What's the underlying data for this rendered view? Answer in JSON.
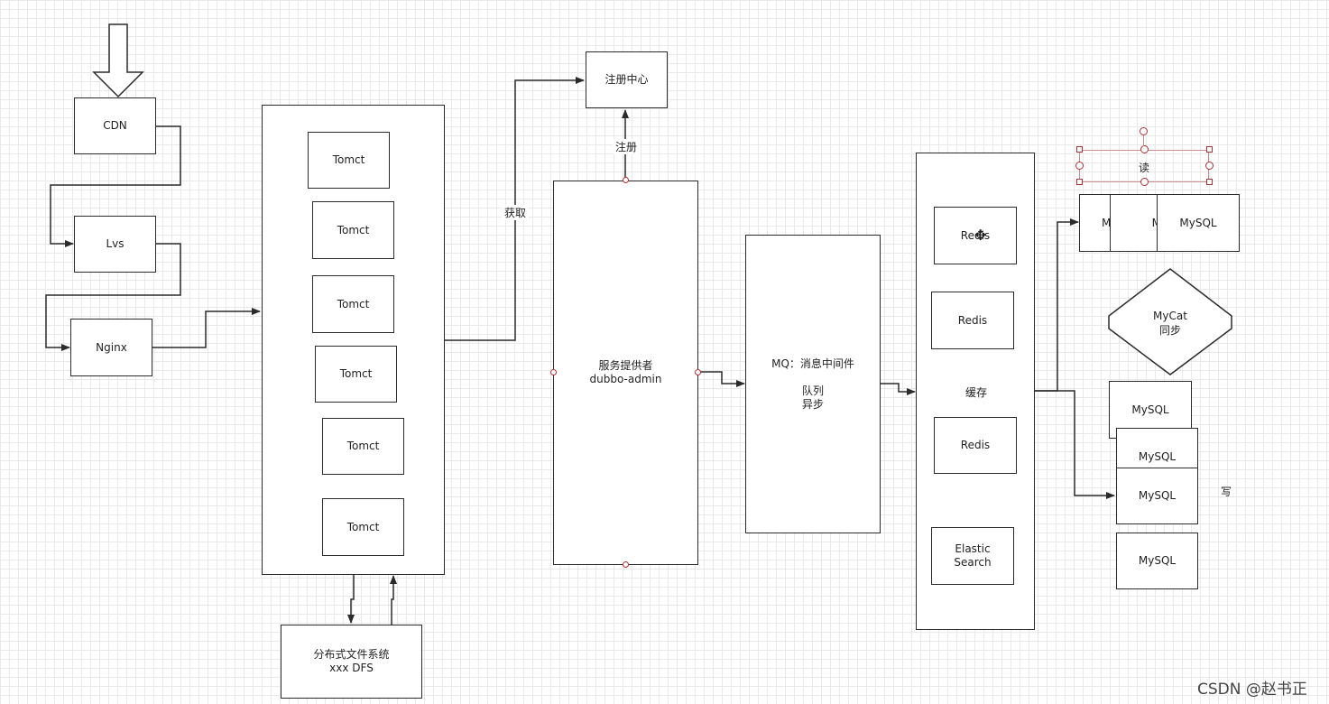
{
  "nodes": {
    "cdn": "CDN",
    "lvs": "Lvs",
    "nginx": "Nginx",
    "tomcat": [
      "Tomct",
      "Tomct",
      "Tomct",
      "Tomct",
      "Tomct",
      "Tomct"
    ],
    "dfs": "分布式文件系统\nxxx DFS",
    "registry": "注册中心",
    "provider": "服务提供者\ndubbo-admin",
    "mq": "MQ：消息中间件\n\n队列\n异步",
    "cache_label": "缓存",
    "redis_top": "Redis",
    "redis": [
      "Redis",
      "Redis"
    ],
    "elastic": "Elastic\nSearch",
    "read_label": "读",
    "mysql_top": [
      "M",
      "M",
      "MySQL"
    ],
    "mycat": "MyCat\n同步",
    "mysql_bottom": [
      "MySQL",
      "MySQL",
      "MySQL",
      "MySQL"
    ],
    "write_label": "写"
  },
  "edges": {
    "register": "注册",
    "fetch": "获取"
  },
  "watermark": "CSDN @赵书正"
}
